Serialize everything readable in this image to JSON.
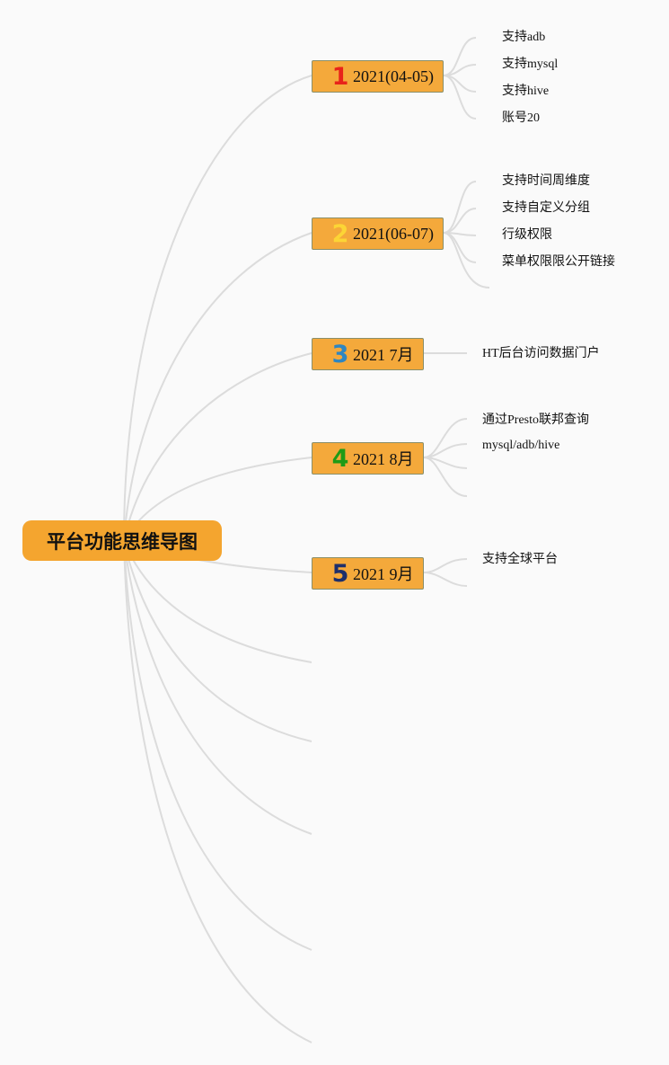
{
  "root": {
    "label": "平台功能思维导图"
  },
  "branches": [
    {
      "number": "1",
      "number_color": "#e8231a",
      "label": "2021(04-05)",
      "children": [
        "支持adb",
        "支持mysql",
        "支持hive",
        "账号20"
      ]
    },
    {
      "number": "2",
      "number_color": "#fcd535",
      "label": "2021(06-07)",
      "children": [
        "支持时间周维度",
        "支持自定义分组",
        "行级权限",
        "菜单权限限公开链接"
      ]
    },
    {
      "number": "3",
      "number_color": "#2e86c1",
      "label": "2021 7月",
      "children": [
        "HT后台访问数据门户"
      ]
    },
    {
      "number": "4",
      "number_color": "#1e9b16",
      "label": "2021 8月",
      "children": [
        "通过Presto联邦查询",
        "mysql/adb/hive"
      ]
    },
    {
      "number": "5",
      "number_color": "#1d2f6b",
      "label": "2021 9月",
      "children": [
        "支持全球平台"
      ]
    }
  ],
  "colors": {
    "root_fill": "#f4a52f",
    "branch_fill": "#f4a93b",
    "branch_border": "#8a8f6a",
    "connector": "#dcdcdc",
    "background": "#fafafa"
  }
}
